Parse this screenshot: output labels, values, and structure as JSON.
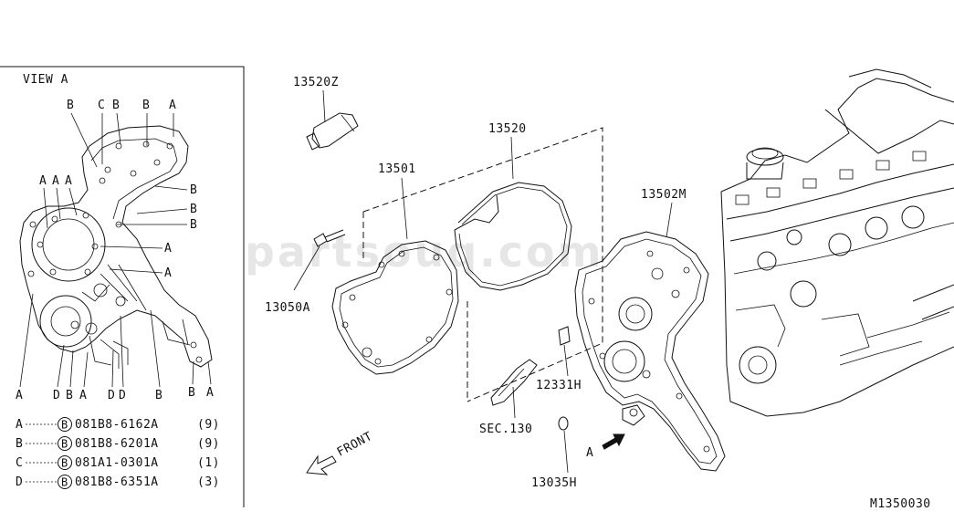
{
  "diagram": {
    "code": "M1350030",
    "watermark": "partsouq.com",
    "view_a": {
      "title": "VIEW A",
      "top_labels": [
        "B",
        "C",
        "B",
        "B",
        "A"
      ],
      "left_labels": [
        "A",
        "A",
        "A"
      ],
      "right_labels": [
        "B",
        "B",
        "B",
        "A",
        "A"
      ],
      "bottom_labels": [
        "A",
        "D",
        "B",
        "A",
        "D",
        "D",
        "B",
        "B",
        "A"
      ]
    },
    "legend": [
      {
        "key": "A",
        "symbol": "B",
        "part": "081B8-6162A",
        "qty": "(9)"
      },
      {
        "key": "B",
        "symbol": "B",
        "part": "081B8-6201A",
        "qty": "(9)"
      },
      {
        "key": "C",
        "symbol": "B",
        "part": "081A1-0301A",
        "qty": "(1)"
      },
      {
        "key": "D",
        "symbol": "B",
        "part": "081B8-6351A",
        "qty": "(3)"
      }
    ],
    "parts": {
      "p13520Z": "13520Z",
      "p13520": "13520",
      "p13501": "13501",
      "p13502M": "13502M",
      "p13050A": "13050A",
      "p12331H": "12331H",
      "sec130": "SEC.130",
      "p13035H": "13035H"
    },
    "front_label": "FRONT",
    "arrow_a_label": "A"
  }
}
